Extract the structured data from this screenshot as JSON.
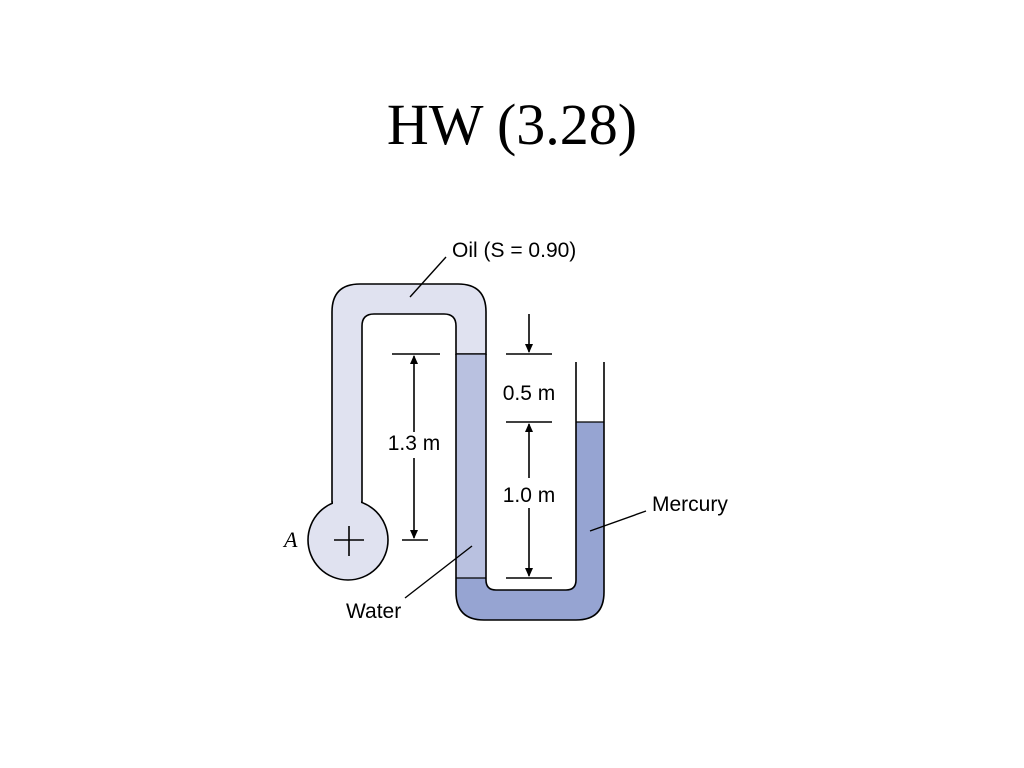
{
  "slide": {
    "title": "HW (3.28)"
  },
  "diagram": {
    "labels": {
      "oil": "Oil (S = 0.90)",
      "water": "Water",
      "mercury": "Mercury",
      "point": "A"
    },
    "dimensions": {
      "left": "1.3 m",
      "top": "0.5 m",
      "bottom": "1.0 m"
    },
    "colors": {
      "oil": "#e0e2f0",
      "water": "#b9c1e0",
      "mercury": "#96a4d2",
      "stroke": "#000000"
    }
  }
}
